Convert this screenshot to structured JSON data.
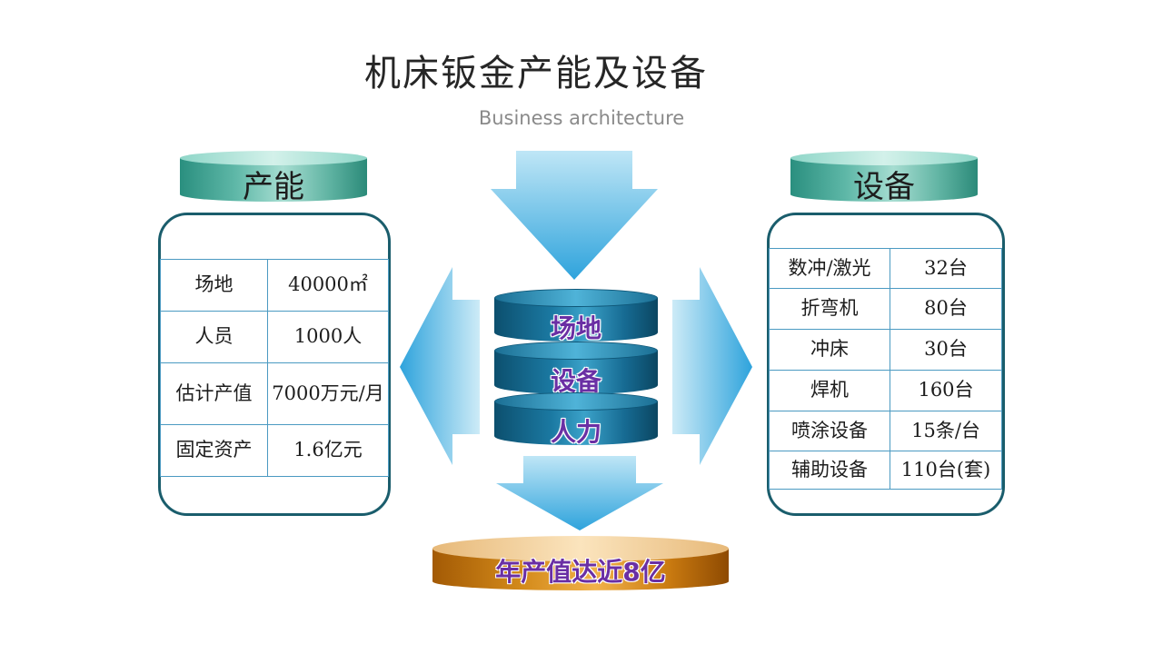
{
  "title": "机床钣金产能及设备",
  "subtitle": "Business architecture",
  "capacity": {
    "header": "产能",
    "rows": [
      [
        "场地",
        "40000㎡"
      ],
      [
        "人员",
        "1000人"
      ],
      [
        "估计产值",
        "7000万元/月"
      ],
      [
        "固定资产",
        "1.6亿元"
      ]
    ]
  },
  "equipment": {
    "header": "设备",
    "rows": [
      [
        "数冲/激光",
        "32台"
      ],
      [
        "折弯机",
        "80台"
      ],
      [
        "冲床",
        "30台"
      ],
      [
        "焊机",
        "160台"
      ],
      [
        "喷涂设备",
        "15条/台"
      ],
      [
        "辅助设备",
        "110台(套)"
      ]
    ]
  },
  "center": {
    "layers": [
      "场地",
      "设备",
      "人力"
    ],
    "result": "年产值达近8亿"
  },
  "colors": {
    "panel_border": "#1a5d6c",
    "arrow_light": "#bfe6f6",
    "arrow_dark": "#2ea3dc",
    "label_purple": "#6a2fa4"
  }
}
